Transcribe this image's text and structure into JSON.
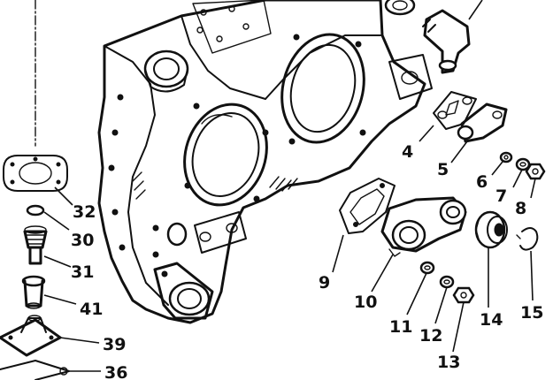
{
  "diagram": {
    "labels": [
      {
        "id": "32",
        "text": "32"
      },
      {
        "id": "30",
        "text": "30"
      },
      {
        "id": "31",
        "text": "31"
      },
      {
        "id": "41",
        "text": "41"
      },
      {
        "id": "39",
        "text": "39"
      },
      {
        "id": "36",
        "text": "36"
      },
      {
        "id": "4",
        "text": "4"
      },
      {
        "id": "5",
        "text": "5"
      },
      {
        "id": "6",
        "text": "6"
      },
      {
        "id": "7",
        "text": "7"
      },
      {
        "id": "8",
        "text": "8"
      },
      {
        "id": "9",
        "text": "9"
      },
      {
        "id": "10",
        "text": "10"
      },
      {
        "id": "11",
        "text": "11"
      },
      {
        "id": "12",
        "text": "12"
      },
      {
        "id": "13",
        "text": "13"
      },
      {
        "id": "14",
        "text": "14"
      },
      {
        "id": "15",
        "text": "15"
      }
    ]
  }
}
